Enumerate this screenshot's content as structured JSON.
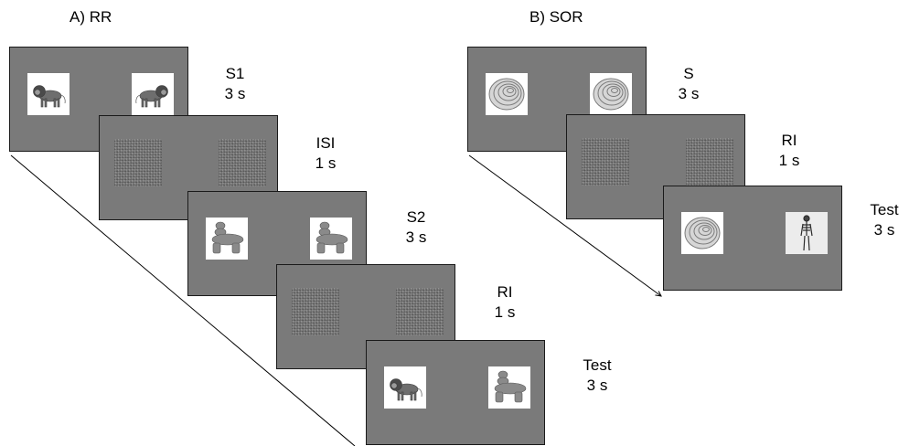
{
  "panel_a": {
    "title": "A)   RR",
    "frames": [
      {
        "stim_left": "lion-image",
        "stim_right": "lion-image",
        "label": "S1",
        "duration": "3 s"
      },
      {
        "stim_left": "noise-mask",
        "stim_right": "noise-mask",
        "label": "ISI",
        "duration": "1 s"
      },
      {
        "stim_left": "rock-figure-image",
        "stim_right": "rock-figure-image",
        "label": "S2",
        "duration": "3 s"
      },
      {
        "stim_left": "noise-mask",
        "stim_right": "noise-mask",
        "label": "RI",
        "duration": "1 s"
      },
      {
        "stim_left": "lion-image",
        "stim_right": "rock-figure-image",
        "label": "Test",
        "duration": "3 s"
      }
    ]
  },
  "panel_b": {
    "title": "B) SOR",
    "frames": [
      {
        "stim_left": "shell-image",
        "stim_right": "shell-image",
        "label": "S",
        "duration": "3 s"
      },
      {
        "stim_left": "noise-mask",
        "stim_right": "noise-mask",
        "label": "RI",
        "duration": "1 s"
      },
      {
        "stim_left": "shell-image",
        "stim_right": "skeleton-image",
        "label": "Test",
        "duration": "3 s"
      }
    ]
  },
  "colors": {
    "frame_fill": "#7a7a7a",
    "frame_border": "#1a1a1a",
    "background": "#ffffff"
  }
}
